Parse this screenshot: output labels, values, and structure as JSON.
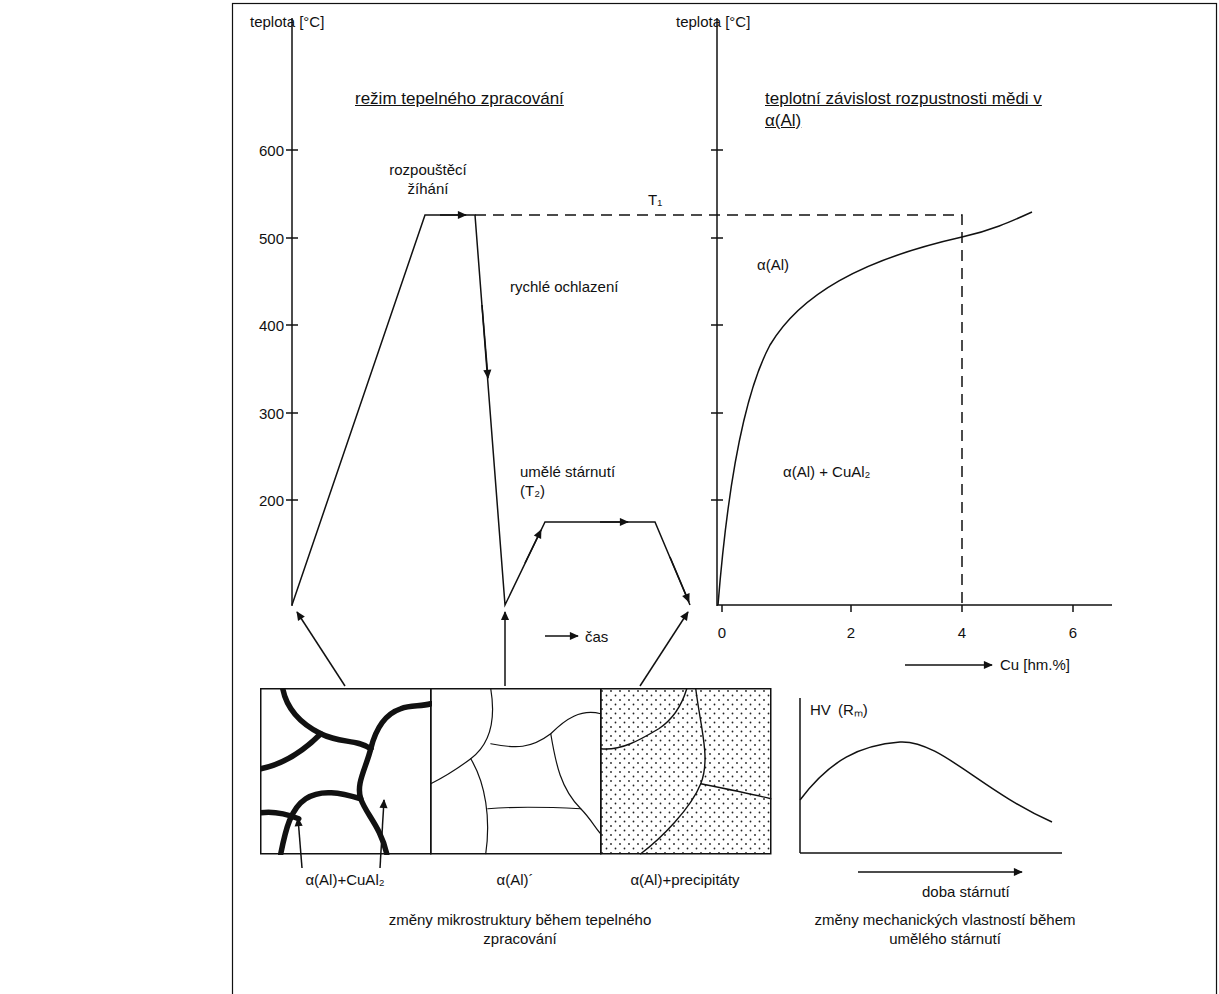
{
  "diagram": {
    "nodes": [
      {
        "text": [
          "α(Al)+CuAl₂"
        ]
      },
      {
        "text": [
          "α(Al)´"
        ]
      },
      {
        "text": [
          "α(Al)+precipitáty"
        ]
      }
    ],
    "labels": [
      "teplota [°C]",
      "režim tepelného zpracování",
      "600",
      "500",
      "400",
      "300",
      "200",
      "rozpouštěcí žíhání",
      "T₁",
      "rychlé ochlazení",
      "umělé stárnutí (T₂)",
      "čas",
      "teplota [°C]",
      "teplotní závislost rozpustnosti mědi v α(Al)",
      "α(Al)",
      "α(Al) + CuAl₂",
      "0",
      "2",
      "4",
      "6",
      "Cu [hm.%]",
      "HV",
      "(Rₘ)",
      "doba stárnutí",
      "změny mikrostruktury během tepelného zpracování",
      "změny mechanických vlastností během umělého stárnutí"
    ]
  }
}
